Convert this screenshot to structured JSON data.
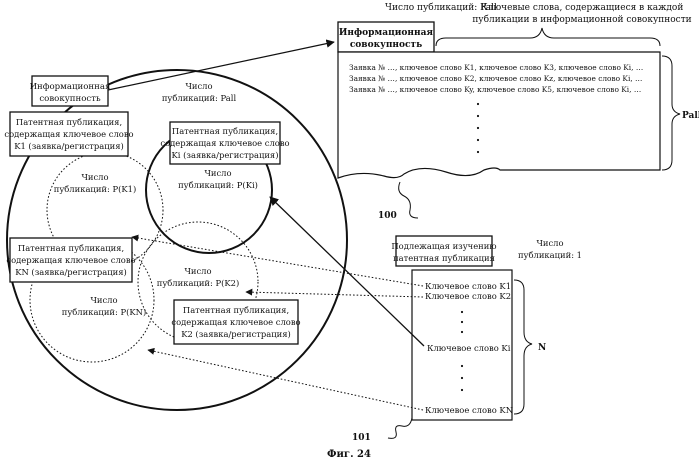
{
  "pall_top_label": "Число публикаций: Pall",
  "info_box_top": [
    "Информационная",
    "совокупность"
  ],
  "keywords_header": [
    "Ключевые слова, содержащиеся в каждой",
    "публикации в информационной совокупности"
  ],
  "rows": [
    "Заявка № …, ключевое слово K1, ключевое слово K3, ключевое слово Ki, …",
    "Заявка № …, ключевое слово K2, ключевое слово Kz, ключевое слово Ki, …",
    "Заявка № …, ключевое слово Ky, ключевое слово K5, ключевое слово Ki, …"
  ],
  "pall_brace_label": "Pall",
  "info_box_left": [
    "Информационная",
    "совокупность"
  ],
  "circle_pall_label": [
    "Число",
    "публикаций: Pall"
  ],
  "k1_box": [
    "Патентная публикация,",
    "содержащая ключевое слово",
    "K1 (заявка/регистрация)"
  ],
  "ki_box": [
    "Патентная публикация,",
    "содержащая ключевое слово",
    "Ki (заявка/регистрация)"
  ],
  "pk1_label": [
    "Число",
    "публикаций: P(K1)"
  ],
  "pki_label": [
    "Число",
    "публикаций: P(Ki)"
  ],
  "kn_box": [
    "Патентная публикация,",
    "содержащая ключевое слово",
    "KN (заявка/регистрация)"
  ],
  "pk2_label": [
    "Число",
    "публикаций: P(K2)"
  ],
  "pkn_label": [
    "Число",
    "публикаций: P(KN)"
  ],
  "k2_box": [
    "Патентная публикация,",
    "содержащая ключевое слово",
    "K2 (заявка/регистрация)"
  ],
  "ref_100": "100",
  "target_box": [
    "Подлежащая изучению",
    "патентная публикация"
  ],
  "target_count": [
    "Число",
    "публикаций: 1"
  ],
  "kw_k1": "Ключевое слово K1",
  "kw_k2": "Ключевое слово K2",
  "kw_ki": "Ключевое слово Ki",
  "kw_kn": "Ключевое слово KN",
  "n_label": "N",
  "ref_101": "101",
  "figure_caption": "Фиг. 24"
}
